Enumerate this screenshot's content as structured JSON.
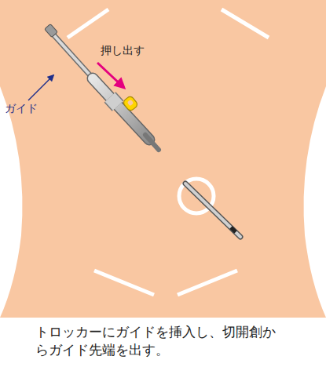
{
  "diagram": {
    "caption": "トロッカーにガイドを挿入し、切開創からガイド先端を出す。",
    "labels": [
      "押し出す",
      "ガイド"
    ]
  }
}
